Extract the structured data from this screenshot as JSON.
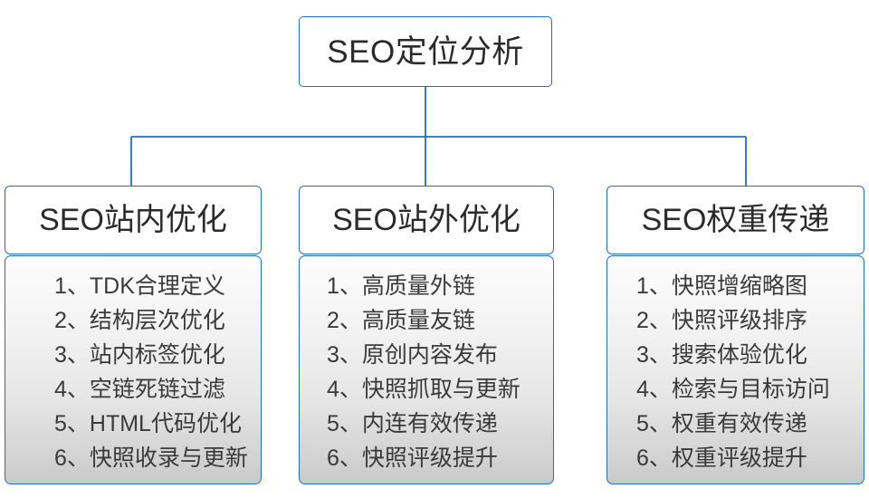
{
  "diagram": {
    "type": "org-tree",
    "root": {
      "label": "SEO定位分析"
    },
    "branches": [
      {
        "header": "SEO站内优化",
        "items": [
          "1、TDK合理定义",
          "2、结构层次优化",
          "3、站内标签优化",
          "4、空链死链过滤",
          "5、HTML代码优化",
          "6、快照收录与更新"
        ]
      },
      {
        "header": "SEO站外优化",
        "items": [
          "1、高质量外链",
          "2、高质量友链",
          "3、原创内容发布",
          "4、快照抓取与更新",
          "5、内连有效传递",
          "6、快照评级提升"
        ]
      },
      {
        "header": "SEO权重传递",
        "items": [
          "1、快照增缩略图",
          "2、快照评级排序",
          "3、搜索体验优化",
          "4、检索与目标访问",
          "5、权重有效传递",
          "6、权重评级提升"
        ]
      }
    ],
    "colors": {
      "border": "#1f6fc0",
      "connector": "#1f6fc0",
      "box_background": "#ffffff",
      "list_gradient_top": "#fdfdfd",
      "list_gradient_bottom": "#c9c9c9",
      "text": "#2b2b2b",
      "page_background": "#ffffff"
    }
  }
}
